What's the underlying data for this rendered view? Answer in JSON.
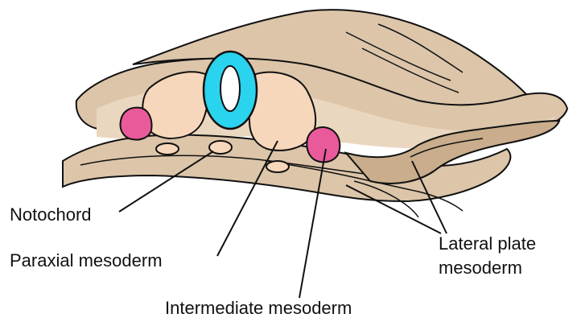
{
  "labels": {
    "notochord": "Notochord",
    "paraxial": "Paraxial mesoderm",
    "intermediate": "Intermediate mesoderm",
    "lateral_line1": "Lateral plate",
    "lateral_line2": "mesoderm"
  },
  "colors": {
    "tissue": "#dcc5a9",
    "tissue_dark": "#c9ad8c",
    "somite": "#f7d7bb",
    "neural_tube": "#2ad3ee",
    "intermediate": "#e85a9a",
    "outline": "#111111"
  }
}
